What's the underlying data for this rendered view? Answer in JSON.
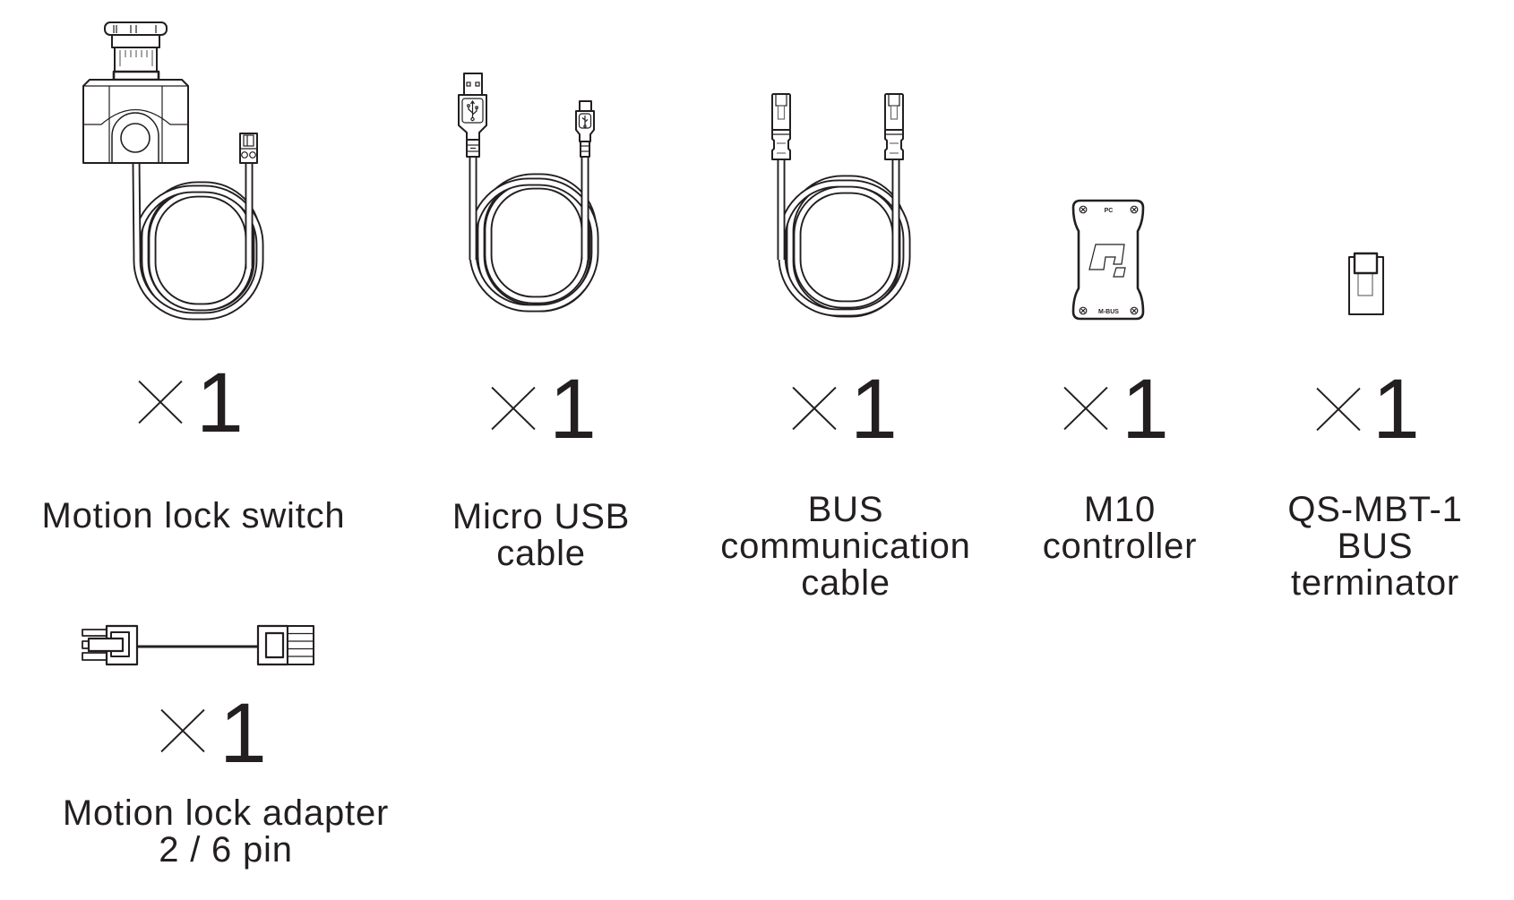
{
  "colors": {
    "ink": "#231f20",
    "background": "#ffffff"
  },
  "items": [
    {
      "id": "motion-lock-switch",
      "quantity_symbol": "×",
      "quantity": "1",
      "label_lines": [
        "Motion lock switch"
      ]
    },
    {
      "id": "micro-usb-cable",
      "quantity_symbol": "×",
      "quantity": "1",
      "label_lines": [
        "Micro USB",
        "cable"
      ]
    },
    {
      "id": "bus-communication-cable",
      "quantity_symbol": "×",
      "quantity": "1",
      "label_lines": [
        "BUS",
        "communication",
        "cable"
      ]
    },
    {
      "id": "m10-controller",
      "quantity_symbol": "×",
      "quantity": "1",
      "label_lines": [
        "M10",
        "controller"
      ]
    },
    {
      "id": "qs-mbt-1-bus-terminator",
      "quantity_symbol": "×",
      "quantity": "1",
      "label_lines": [
        "QS-MBT-1",
        "BUS",
        "terminator"
      ]
    },
    {
      "id": "motion-lock-adapter",
      "quantity_symbol": "×",
      "quantity": "1",
      "label_lines": [
        "Motion lock adapter",
        "2 / 6 pin"
      ]
    }
  ],
  "controller_markings": {
    "top": "PC",
    "bottom": "M-BUS"
  },
  "icons": {
    "motion_lock_switch": "emergency-stop-switch-icon",
    "micro_usb_cable": "usb-cable-icon",
    "bus_cable": "rj-cable-icon",
    "controller": "controller-board-icon",
    "terminator": "bus-terminator-icon",
    "adapter": "adapter-cable-icon",
    "multiply": "multiply-icon"
  }
}
